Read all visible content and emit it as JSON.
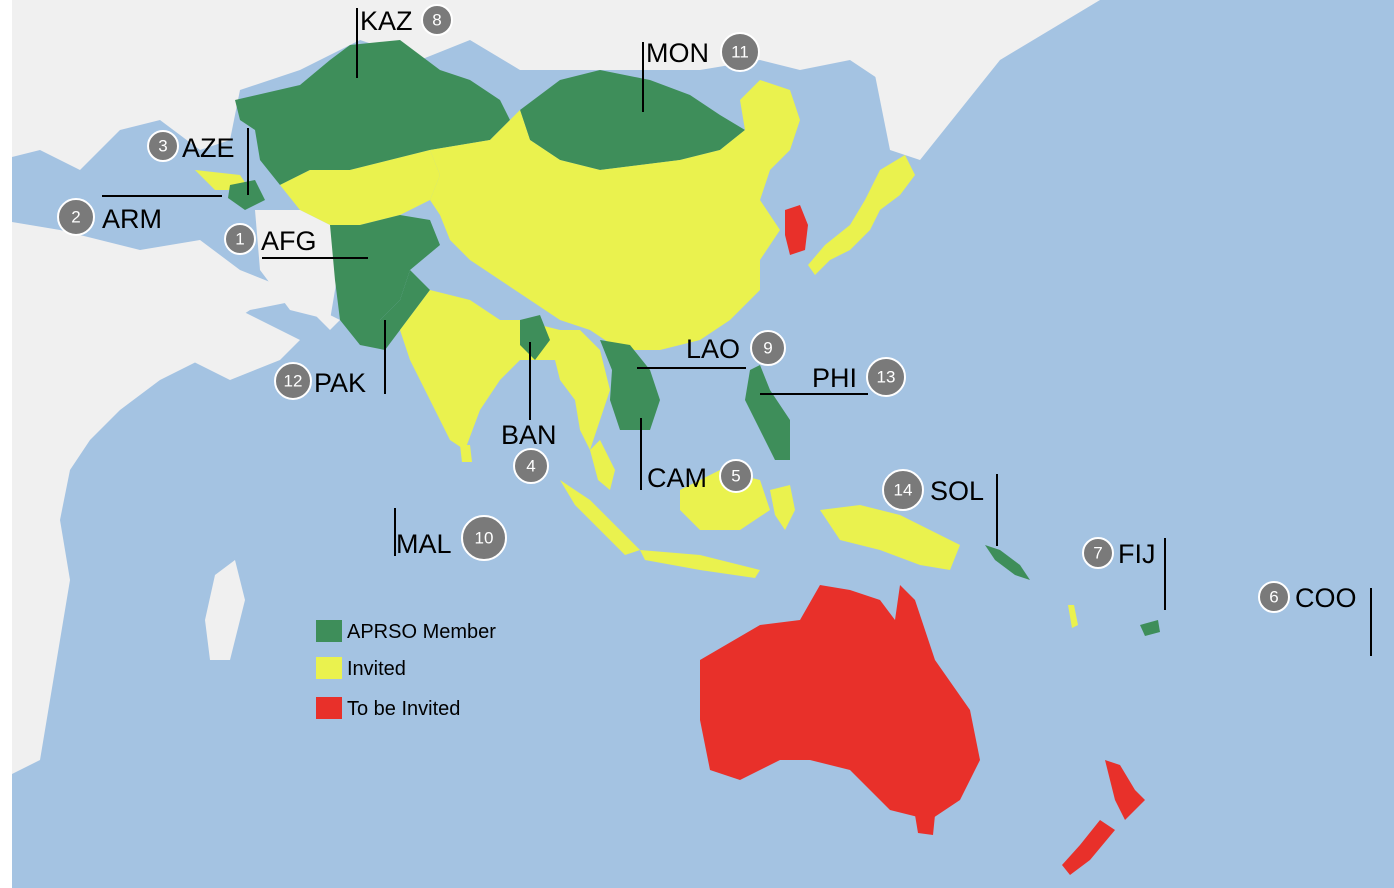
{
  "colors": {
    "ocean": "#a4c3e2",
    "land": "#f0f0f0",
    "member": "#3e8e5a",
    "invited": "#eaf24e",
    "to_be_invited": "#e8302a",
    "badge": "#7a7a7a"
  },
  "legend": [
    {
      "label": "APRSO Member",
      "status": "member"
    },
    {
      "label": "Invited",
      "status": "invited"
    },
    {
      "label": "To be Invited",
      "status": "to_be_invited"
    }
  ],
  "countries": [
    {
      "code": "AFG",
      "number": "1"
    },
    {
      "code": "ARM",
      "number": "2"
    },
    {
      "code": "AZE",
      "number": "3"
    },
    {
      "code": "BAN",
      "number": "4"
    },
    {
      "code": "CAM",
      "number": "5"
    },
    {
      "code": "COO",
      "number": "6"
    },
    {
      "code": "FIJ",
      "number": "7"
    },
    {
      "code": "KAZ",
      "number": "8"
    },
    {
      "code": "LAO",
      "number": "9"
    },
    {
      "code": "MAL",
      "number": "10"
    },
    {
      "code": "MON",
      "number": "11"
    },
    {
      "code": "PAK",
      "number": "12"
    },
    {
      "code": "PHI",
      "number": "13"
    },
    {
      "code": "SOL",
      "number": "14"
    }
  ]
}
